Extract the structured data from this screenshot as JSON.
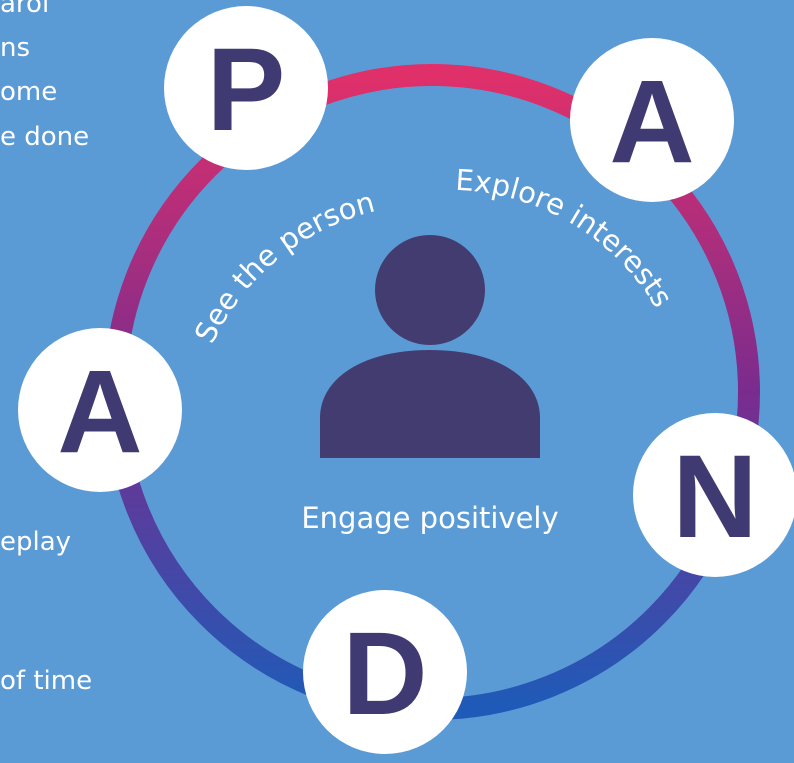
{
  "colors": {
    "background": "#5b9bd5",
    "ring_top": "#e0306a",
    "ring_middle": "#7a2c8e",
    "ring_bottom": "#1e5bb8",
    "letter": "#3f3a72",
    "circle_fill": "#ffffff",
    "person": "#433c70",
    "text": "#ffffff"
  },
  "left_text": {
    "line1": "arol",
    "line2": "ns",
    "line3": "ome",
    "line4": "e done",
    "line5": "eplay",
    "line6": "of time"
  },
  "letters": {
    "p": "P",
    "a_top_right": "A",
    "a_left": "A",
    "n": "N",
    "d": "D"
  },
  "labels": {
    "see_the_person": "See the person",
    "explore_interests": "Explore interests",
    "engage_positively": "Engage positively"
  },
  "icons": {
    "center": "person-icon"
  }
}
